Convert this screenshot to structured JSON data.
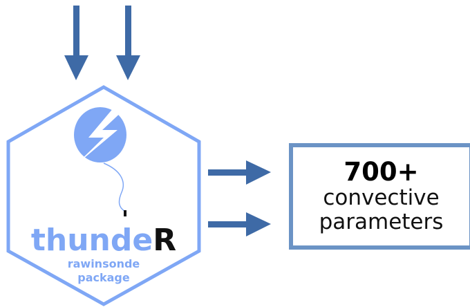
{
  "logo": {
    "name_part1": "thunde",
    "name_part2": "R",
    "subtitle_line1": "rawinsonde",
    "subtitle_line2": "package",
    "colors": {
      "light_blue": "#7fa7f5",
      "dark": "#111111"
    }
  },
  "result": {
    "count": "700+",
    "line1": "convective",
    "line2": "parameters"
  },
  "colors": {
    "arrow": "#3e6aa6",
    "hexagon_stroke": "#7fa7f5",
    "box_border": "#6b93c5"
  },
  "icons": {
    "balloon": "lightning-balloon-icon",
    "input_arrows": "arrow-down-icon",
    "output_arrows": "arrow-right-icon"
  }
}
